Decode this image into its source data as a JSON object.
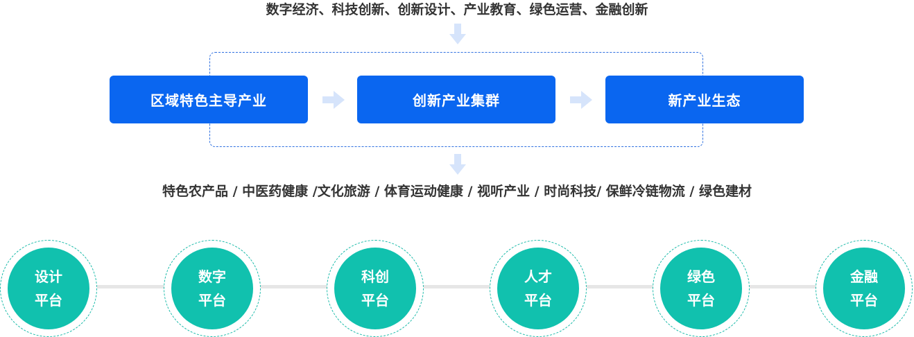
{
  "top_label": "数字经济、科技创新、创新设计、产业教育、绿色运营、金融创新",
  "stages": [
    {
      "label": "区域特色主导产业"
    },
    {
      "label": "创新产业集群"
    },
    {
      "label": "新产业生态"
    }
  ],
  "industries_label": "特色农产品 / 中医药健康 /文化旅游 / 体育运动健康 / 视听产业 / 时尚科技/ 保鲜冷链物流 / 绿色建材",
  "platforms": [
    {
      "line1": "设计",
      "line2": "平台"
    },
    {
      "line1": "数字",
      "line2": "平台"
    },
    {
      "line1": "科创",
      "line2": "平台"
    },
    {
      "line1": "人才",
      "line2": "平台"
    },
    {
      "line1": "绿色",
      "line2": "平台"
    },
    {
      "line1": "金融",
      "line2": "平台"
    }
  ],
  "colors": {
    "stage_blue": "#0a66f0",
    "arrow_light_blue": "#d6e4fb",
    "platform_teal": "#11c1ae",
    "text_dark": "#333333"
  }
}
